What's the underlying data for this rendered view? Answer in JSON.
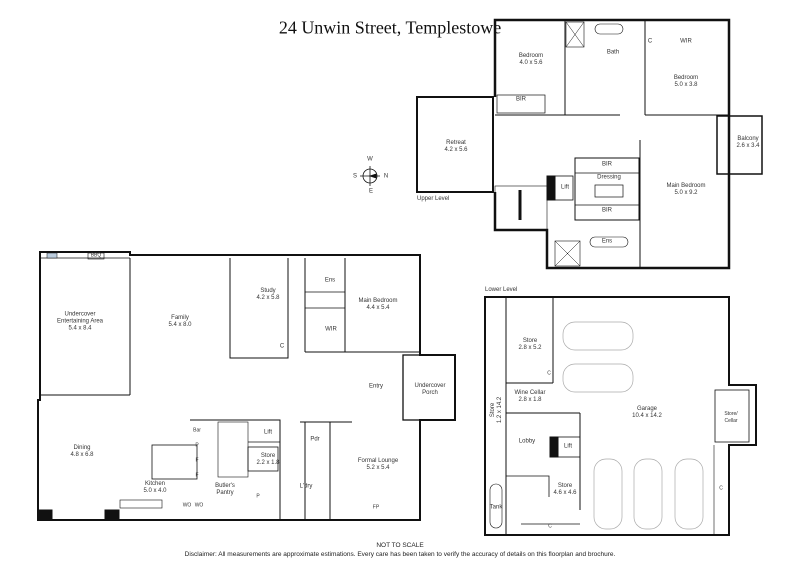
{
  "title": "24 Unwin Street, Templestowe",
  "upper_level": {
    "label": "Upper Level",
    "rooms": {
      "bedroom1": {
        "name": "Bedroom",
        "size": "4.0 x 5.6"
      },
      "bath": {
        "name": "Bath"
      },
      "wir": {
        "name": "WIR"
      },
      "bedroom2": {
        "name": "Bedroom",
        "size": "5.0 x 3.8"
      },
      "retreat": {
        "name": "Retreat",
        "size": "4.2 x 5.6"
      },
      "balcony": {
        "name": "Balcony",
        "size": "2.6 x 3.4"
      },
      "bir1": {
        "name": "BIR"
      },
      "bir2": {
        "name": "BIR"
      },
      "bir3": {
        "name": "BIR"
      },
      "dressing": {
        "name": "Dressing"
      },
      "lift": {
        "name": "Lift"
      },
      "main_bedroom": {
        "name": "Main Bedroom",
        "size": "5.0 x 9.2"
      },
      "ens": {
        "name": "Ens"
      },
      "c": "C"
    }
  },
  "compass": {
    "n": "N",
    "s": "S",
    "e": "E",
    "w": "W"
  },
  "ground_level": {
    "rooms": {
      "bbq": {
        "name": "BBQ"
      },
      "entertaining": {
        "name": "Undercover",
        "name2": "Entertaining Area",
        "size": "5.4 x 8.4"
      },
      "family": {
        "name": "Family",
        "size": "5.4 x 8.0"
      },
      "study": {
        "name": "Study",
        "size": "4.2 x 5.8"
      },
      "ens": {
        "name": "Ens"
      },
      "wir": {
        "name": "WIR"
      },
      "main_bedroom": {
        "name": "Main Bedroom",
        "size": "4.4 x 5.4"
      },
      "entry": {
        "name": "Entry"
      },
      "porch": {
        "name": "Undercover",
        "name2": "Porch"
      },
      "dining": {
        "name": "Dining",
        "size": "4.8 x 6.8"
      },
      "kitchen": {
        "name": "Kitchen",
        "size": "5.0 x 4.0"
      },
      "butlers": {
        "name": "Butler's",
        "name2": "Pantry"
      },
      "bar": {
        "name": "Bar"
      },
      "p": "P",
      "f": "F",
      "lift": {
        "name": "Lift"
      },
      "store": {
        "name": "Store",
        "size": "2.2 x 1.8"
      },
      "pdr": {
        "name": "Pdr"
      },
      "ldry": {
        "name": "L'dry"
      },
      "formal_lounge": {
        "name": "Formal Lounge",
        "size": "5.2 x 5.4"
      },
      "wo": "WO",
      "fp": "FP",
      "c": "C"
    }
  },
  "lower_level": {
    "label": "Lower Level",
    "rooms": {
      "store1": {
        "name": "Store",
        "size": "2.8 x 5.2"
      },
      "wine_cellar": {
        "name": "Wine Cellar",
        "size": "2.8 x 1.8"
      },
      "store_long": {
        "name": "Store",
        "size": "1.2 x 14.2"
      },
      "garage": {
        "name": "Garage",
        "size": "10.4 x 14.2"
      },
      "store_cellar": {
        "name": "Store/",
        "name2": "Cellar"
      },
      "lobby": {
        "name": "Lobby"
      },
      "lift": {
        "name": "Lift"
      },
      "store2": {
        "name": "Store",
        "size": "4.6 x 4.6"
      },
      "tank": {
        "name": "Tank"
      },
      "c": "C"
    }
  },
  "footer": {
    "scale_note": "NOT TO SCALE",
    "disclaimer": "Disclaimer: All measurements are approximate estimations. Every care has been taken to verify the accuracy of details on this floorplan and brochure."
  }
}
